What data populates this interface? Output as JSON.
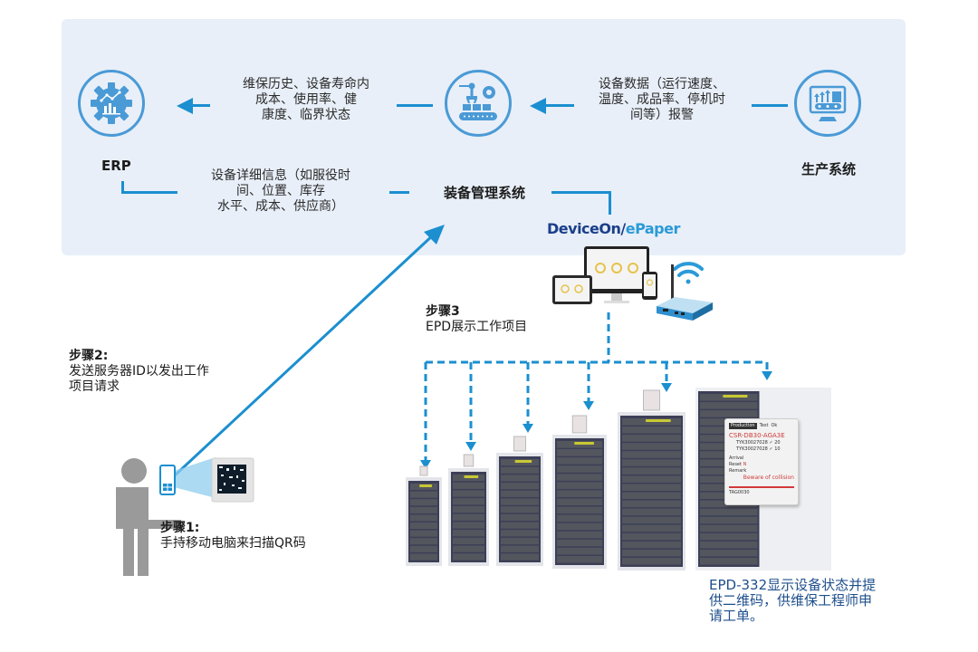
{
  "nodes": {
    "erp": {
      "label": "ERP",
      "icon": "gear-chart-icon"
    },
    "equipment_mgmt": {
      "label": "装备管理系统",
      "icon": "robot-arm-conveyor-icon"
    },
    "production": {
      "label": "生产系统",
      "icon": "monitor-conveyor-icon"
    }
  },
  "flows": {
    "mgmt_to_erp_top": [
      "维保历史、设备寿命内",
      "成本、使用率、健",
      "康度、临界状态"
    ],
    "production_to_mgmt": [
      "设备数据（运行速度、",
      "温度、成品率、停机时",
      "间等）报警"
    ],
    "erp_mgmt_bottom": [
      "设备详细信息（如服役时",
      "间、位置、库存",
      "水平、成本、供应商）"
    ]
  },
  "brand": {
    "part1": "DeviceOn/",
    "part2": "ePaper",
    "color1": "#1a3f8a",
    "color2": "#2b9ad8"
  },
  "steps": {
    "step1": {
      "title": "步骤1:",
      "text": "手持移动电脑来扫描QR码"
    },
    "step2": {
      "title": "步骤2:",
      "text_lines": [
        "发送服务器ID以发出工作",
        "项目请求"
      ]
    },
    "step3": {
      "title": "步骤3",
      "text": "EPD展示工作项目"
    }
  },
  "epd_caption": [
    "EPD-332显示设备状态并提",
    "供二维码，供维保工程师申",
    "请工单。"
  ],
  "epd_screen": {
    "tabs": [
      "Production",
      "Test",
      "Ok"
    ],
    "model": "CSR-DB30-AGA3E",
    "rows": [
      "TYK30027028  ✓ 20",
      "TYK30027028  ✓ 10"
    ],
    "labels": [
      "Arrival",
      "Reset",
      "Remark"
    ],
    "reset_value": "N",
    "warning": "Beware of collision",
    "tag": "TAG0030"
  },
  "colors": {
    "accent": "#1b8fd0",
    "icon_blue": "#4a9ad6",
    "panel_bg": "#e8eff8",
    "rack_dark": "#3c3f56",
    "person_gray": "#9a9a9a"
  }
}
